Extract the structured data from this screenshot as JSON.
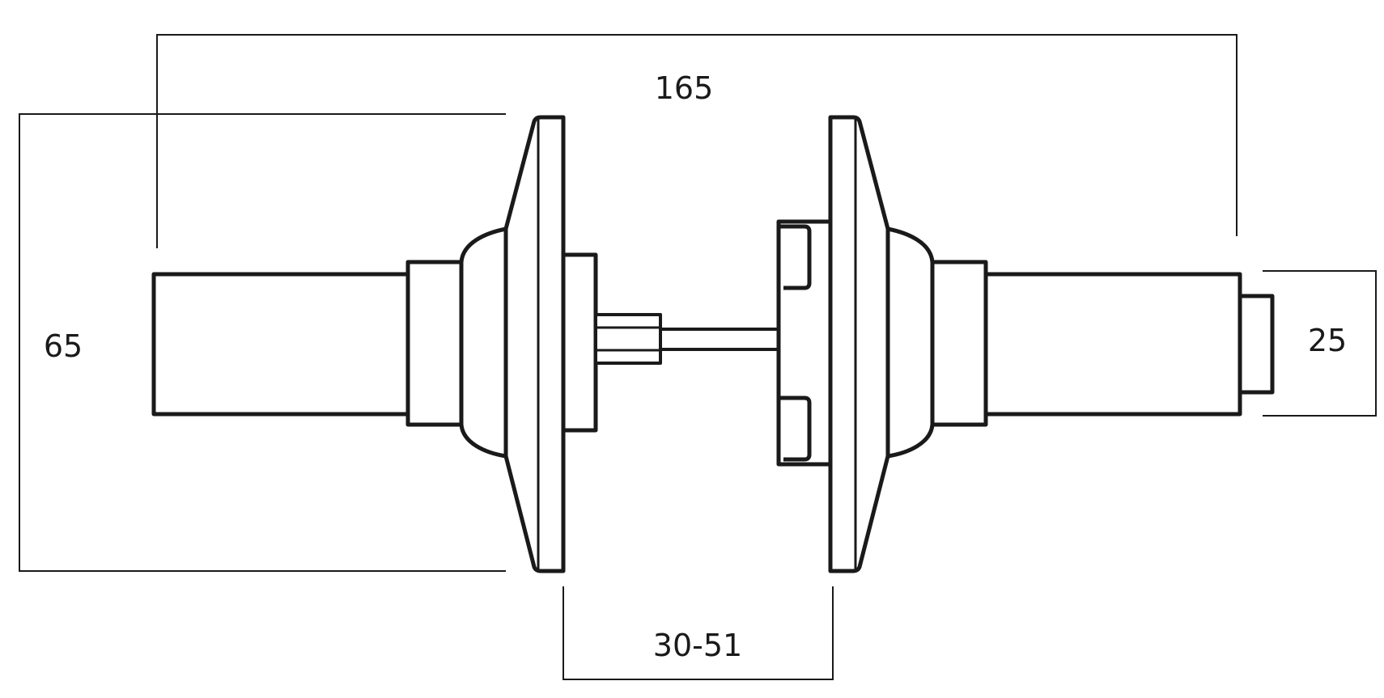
{
  "dimensions": {
    "overall_length": "165",
    "rose_diameter": "65",
    "lever_diameter": "25",
    "door_thickness": "30-51"
  },
  "colors": {
    "line": "#1a1a1a",
    "background": "#ffffff"
  }
}
